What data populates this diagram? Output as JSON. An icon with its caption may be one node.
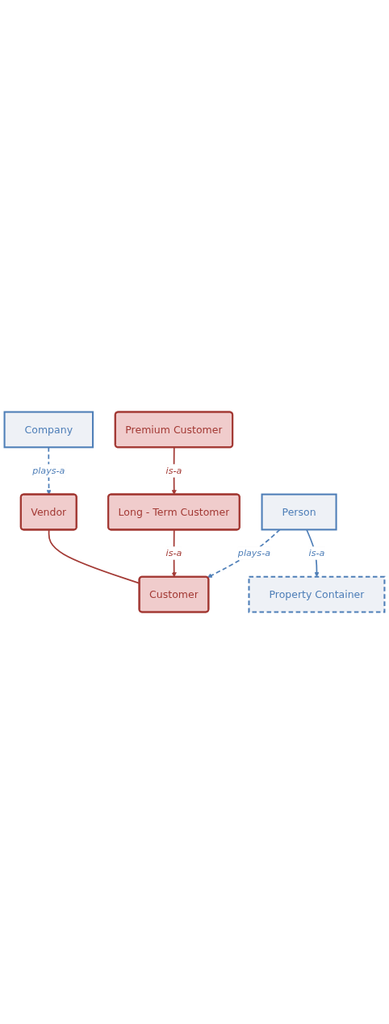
{
  "diagram": {
    "nodes": [
      {
        "text": [
          "Company"
        ]
      },
      {
        "text": [
          "Vendor"
        ]
      },
      {
        "text": [
          "Customer"
        ]
      },
      {
        "text": [
          "Long - Term Customer"
        ]
      },
      {
        "text": [
          "Person"
        ]
      },
      {
        "text": [
          "Premium Customer"
        ]
      },
      {
        "text": [
          "Property Container"
        ]
      }
    ],
    "edges": [
      {
        "from": 0,
        "to": 1,
        "arrow": "to",
        "label": "plays-a",
        "style": "dashed",
        "color": "#4f7fb8"
      },
      {
        "from": 1,
        "to": 2,
        "arrow": "none",
        "color": "#a33a35"
      },
      {
        "from": 3,
        "to": 2,
        "arrow": "to",
        "label": "is-a",
        "color": "#a33a35"
      },
      {
        "from": 5,
        "to": 3,
        "arrow": "to",
        "label": "is-a",
        "color": "#a33a35"
      },
      {
        "from": 4,
        "to": 2,
        "arrow": "to",
        "label": "plays-a",
        "style": "dashed",
        "color": "#4f7fb8"
      },
      {
        "from": 4,
        "to": 6,
        "arrow": "to",
        "label": "is-a",
        "color": "#4f7fb8"
      }
    ]
  }
}
